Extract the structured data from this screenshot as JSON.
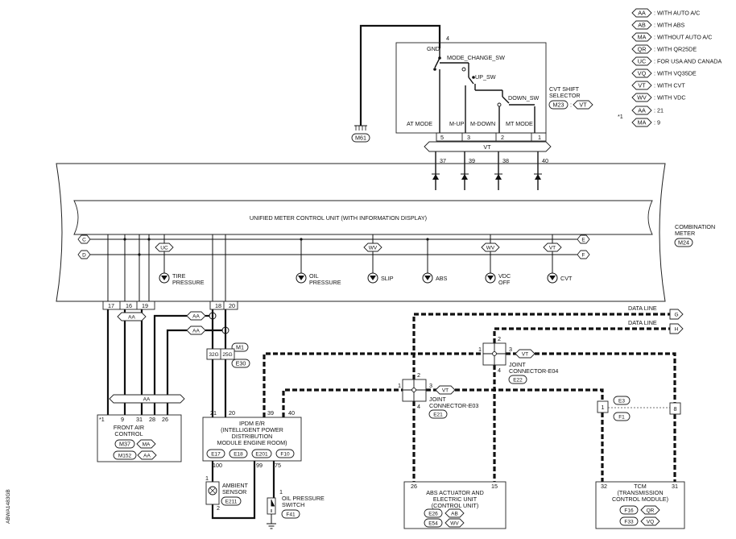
{
  "legend": [
    {
      "code": "AA",
      "desc": ": WITH AUTO A/C"
    },
    {
      "code": "AB",
      "desc": ": WITH ABS"
    },
    {
      "code": "MA",
      "desc": ": WITHOUT AUTO A/C"
    },
    {
      "code": "QR",
      "desc": ": WITH QR25DE"
    },
    {
      "code": "UC",
      "desc": ": FOR USA AND CANADA"
    },
    {
      "code": "VQ",
      "desc": ": WITH VQ35DE"
    },
    {
      "code": "VT",
      "desc": ": WITH CVT"
    },
    {
      "code": "WV",
      "desc": ": WITH VDC"
    },
    {
      "code": "AA",
      "desc": ": 21"
    },
    {
      "code": "MA",
      "desc": ": 9"
    }
  ],
  "star_note": "*1",
  "cvt_selector": {
    "title1": "CVT SHIFT",
    "title2": "SELECTOR",
    "connector": "M23",
    "tag": "VT",
    "gnd": "GND",
    "gnd_pin": "4",
    "sw_mode": "MODE_CHANGE_SW",
    "sw_up": "UP_SW",
    "sw_down": "DOWN_SW",
    "at_mode": "AT MODE",
    "m_up": "M-UP",
    "m_down": "M-DOWN",
    "mt_mode": "MT MODE",
    "pins": [
      "5",
      "3",
      "2",
      "1"
    ],
    "bus_tag": "VT",
    "ground_connector": "M61"
  },
  "meter": {
    "unit_label": "UNIFIED METER CONTROL UNIT (WITH INFORMATION DISPLAY)",
    "combo1": "COMBINATION",
    "combo2": "METER",
    "connector": "M24",
    "in_pins": [
      "37",
      "39",
      "38",
      "40"
    ],
    "bus_c": "C",
    "bus_d": "D",
    "bus_e": "E",
    "bus_f": "F",
    "lamps": [
      {
        "tag": "UC",
        "label1": "TIRE",
        "label2": "PRESSURE"
      },
      {
        "tag": "",
        "label1": "OIL",
        "label2": "PRESSURE"
      },
      {
        "tag": "WV",
        "label1": "SLIP",
        "label2": ""
      },
      {
        "tag": "",
        "label1": "ABS",
        "label2": ""
      },
      {
        "tag": "WV",
        "label1": "VDC",
        "label2": "OFF"
      },
      {
        "tag": "VT",
        "label1": "CVT",
        "label2": ""
      }
    ],
    "bottom_pins": [
      "17",
      "16",
      "19",
      "18",
      "20"
    ]
  },
  "harness": {
    "aa": "AA",
    "m1": "M1",
    "e30": "E30",
    "pin32g": "32G",
    "pin25g": "25G"
  },
  "front_air": {
    "star": "*1",
    "pins": [
      "9",
      "31",
      "28",
      "26"
    ],
    "name1": "FRONT AIR",
    "name2": "CONTROL",
    "c1": "M37",
    "c1_tag": "MA",
    "c2": "M152",
    "c2_tag": "AA"
  },
  "ipdm": {
    "top_pins": [
      "21",
      "20",
      "39",
      "40"
    ],
    "name1": "IPDM E/R",
    "name2": "(INTELLIGENT POWER",
    "name3": "DISTRIBUTION",
    "name4": "MODULE ENGINE ROOM)",
    "connectors": [
      "E17",
      "E18",
      "E201",
      "F10"
    ],
    "bottom_pins": [
      "100",
      "99",
      "75"
    ]
  },
  "ambient": {
    "pin_top": "1",
    "pin_bottom": "2",
    "name1": "AMBIENT",
    "name2": "SENSOR",
    "connector": "E211"
  },
  "oil_switch": {
    "pin": "1",
    "name1": "OIL PRESSURE",
    "name2": "SWITCH",
    "connector": "F41"
  },
  "data_line": {
    "label1": "DATA LINE",
    "label2": "DATA LINE",
    "end_g": "G",
    "end_h": "H"
  },
  "joint_e03": {
    "pins": [
      "1",
      "2",
      "3",
      "4"
    ],
    "tag": "VT",
    "name1": "JOINT",
    "name2": "CONNECTOR-E03",
    "connector": "E21"
  },
  "joint_e04": {
    "pins": [
      "1",
      "2",
      "3",
      "4"
    ],
    "tag": "VT",
    "name1": "JOINT",
    "name2": "CONNECTOR-E04",
    "connector": "E22"
  },
  "inline": {
    "e3": "E3",
    "f1": "F1",
    "pin1": "1",
    "pin8": "8"
  },
  "abs": {
    "pins": [
      "26",
      "15"
    ],
    "name1": "ABS ACTUATOR AND",
    "name2": "ELECTRIC UNIT",
    "name3": "(CONTROL UNIT)",
    "c1": "E26",
    "c1_tag": "AB",
    "c2": "E54",
    "c2_tag": "WV"
  },
  "tcm": {
    "pins": [
      "32",
      "31"
    ],
    "name1": "TCM",
    "name2": "(TRANSMISSION",
    "name3": "CONTROL MODULE)",
    "c1": "F16",
    "c1_tag": "QR",
    "c2": "F33",
    "c2_tag": "VQ"
  },
  "figure_id": "ABWA1483GB"
}
